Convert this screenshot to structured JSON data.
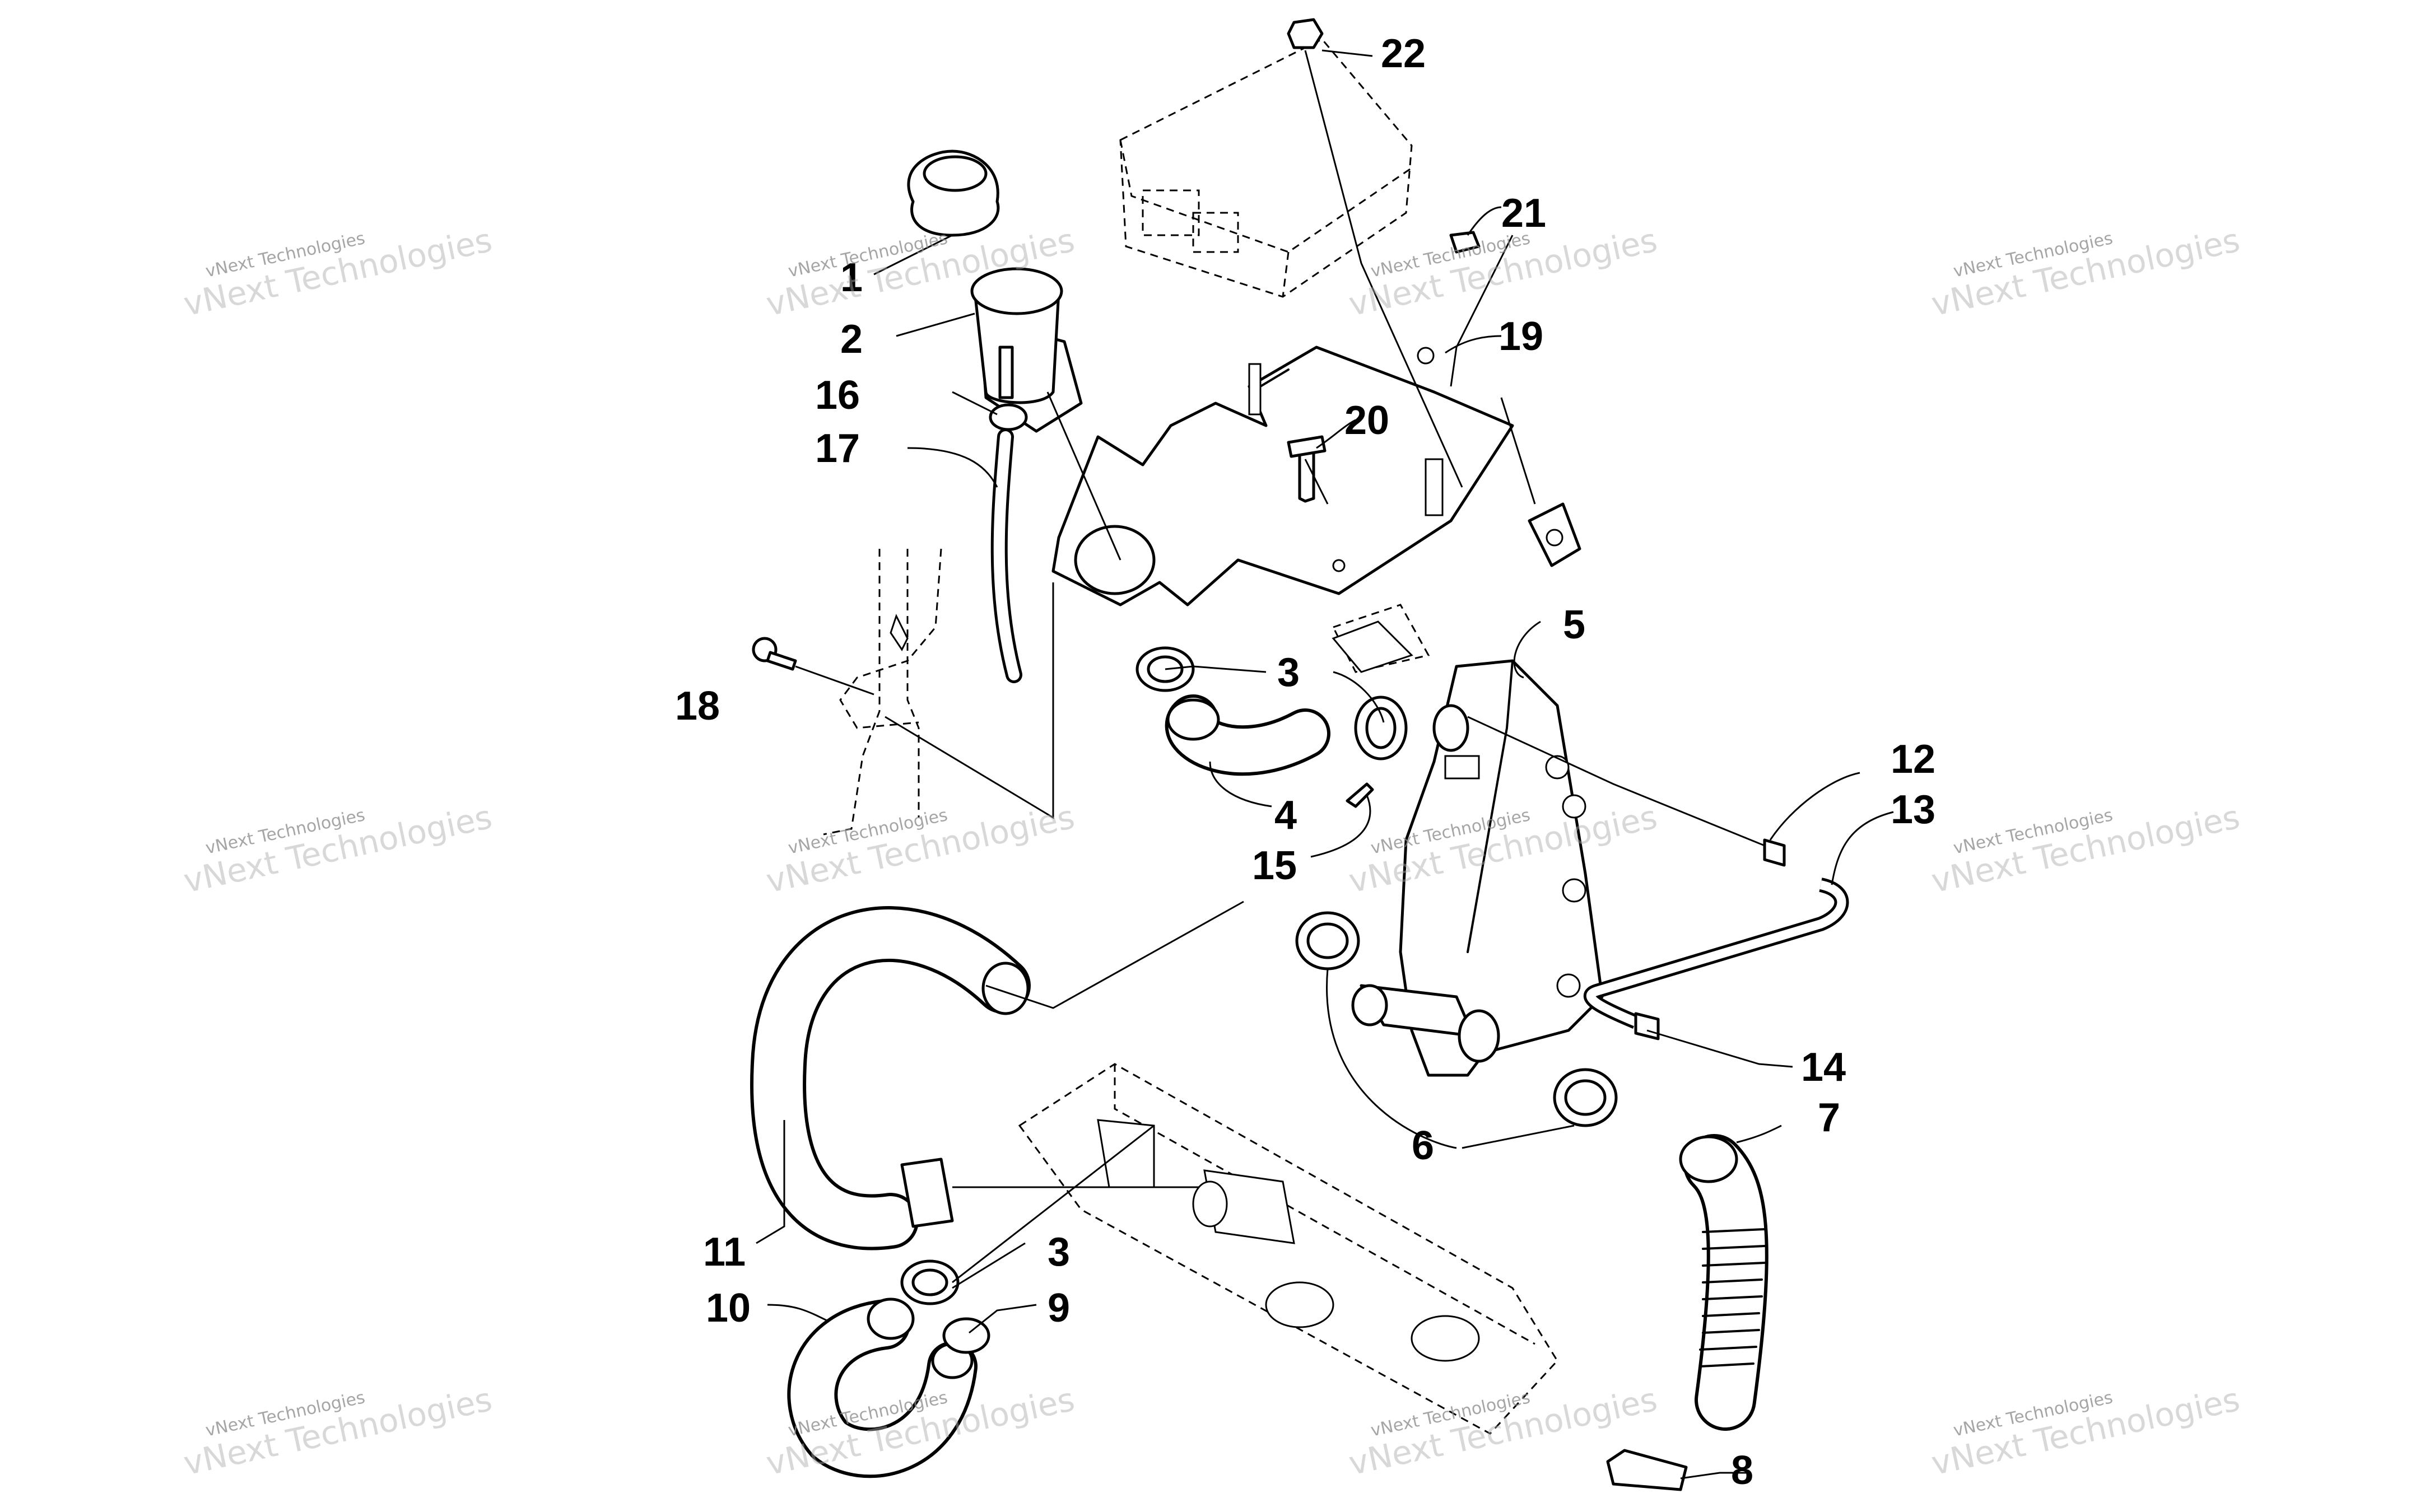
{
  "callouts": [
    {
      "id": "1",
      "text": "1"
    },
    {
      "id": "2",
      "text": "2"
    },
    {
      "id": "3a",
      "text": "3"
    },
    {
      "id": "3b",
      "text": "3"
    },
    {
      "id": "4",
      "text": "4"
    },
    {
      "id": "5",
      "text": "5"
    },
    {
      "id": "6",
      "text": "6"
    },
    {
      "id": "7",
      "text": "7"
    },
    {
      "id": "8",
      "text": "8"
    },
    {
      "id": "9",
      "text": "9"
    },
    {
      "id": "10",
      "text": "10"
    },
    {
      "id": "11",
      "text": "11"
    },
    {
      "id": "12",
      "text": "12"
    },
    {
      "id": "13",
      "text": "13"
    },
    {
      "id": "14",
      "text": "14"
    },
    {
      "id": "15",
      "text": "15"
    },
    {
      "id": "16",
      "text": "16"
    },
    {
      "id": "17",
      "text": "17"
    },
    {
      "id": "18",
      "text": "18"
    },
    {
      "id": "19",
      "text": "19"
    },
    {
      "id": "20",
      "text": "20"
    },
    {
      "id": "21",
      "text": "21"
    },
    {
      "id": "22",
      "text": "22"
    }
  ],
  "watermark": {
    "line1": "vNext Technologies",
    "line2": "vNext Technologies"
  }
}
